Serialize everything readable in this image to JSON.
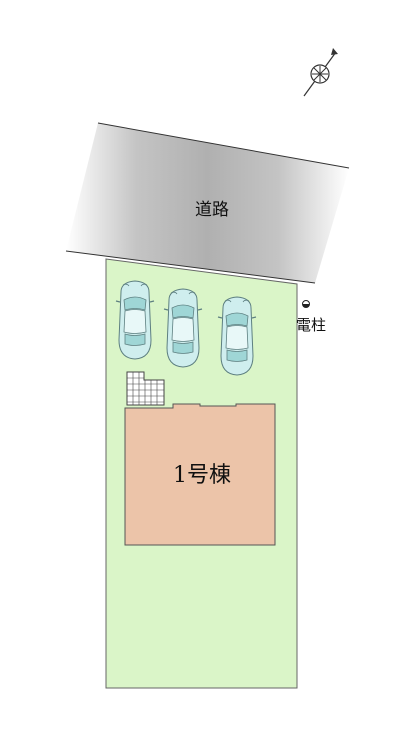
{
  "plan": {
    "road_label": "道路",
    "pole_label": "電柱",
    "building_label": "1号棟",
    "parking_count": 3
  },
  "colors": {
    "lot": "#daf5c8",
    "lot_border": "#666666",
    "building": "#ecc4a9",
    "building_border": "#555555",
    "car_body": "#cfeeee",
    "car_line": "#5d7f80",
    "road_edge": "#b8b8b8",
    "road_center": "#f2f2f2"
  },
  "icons": {
    "north": "compass-icon",
    "pole": "utility-pole-icon"
  }
}
